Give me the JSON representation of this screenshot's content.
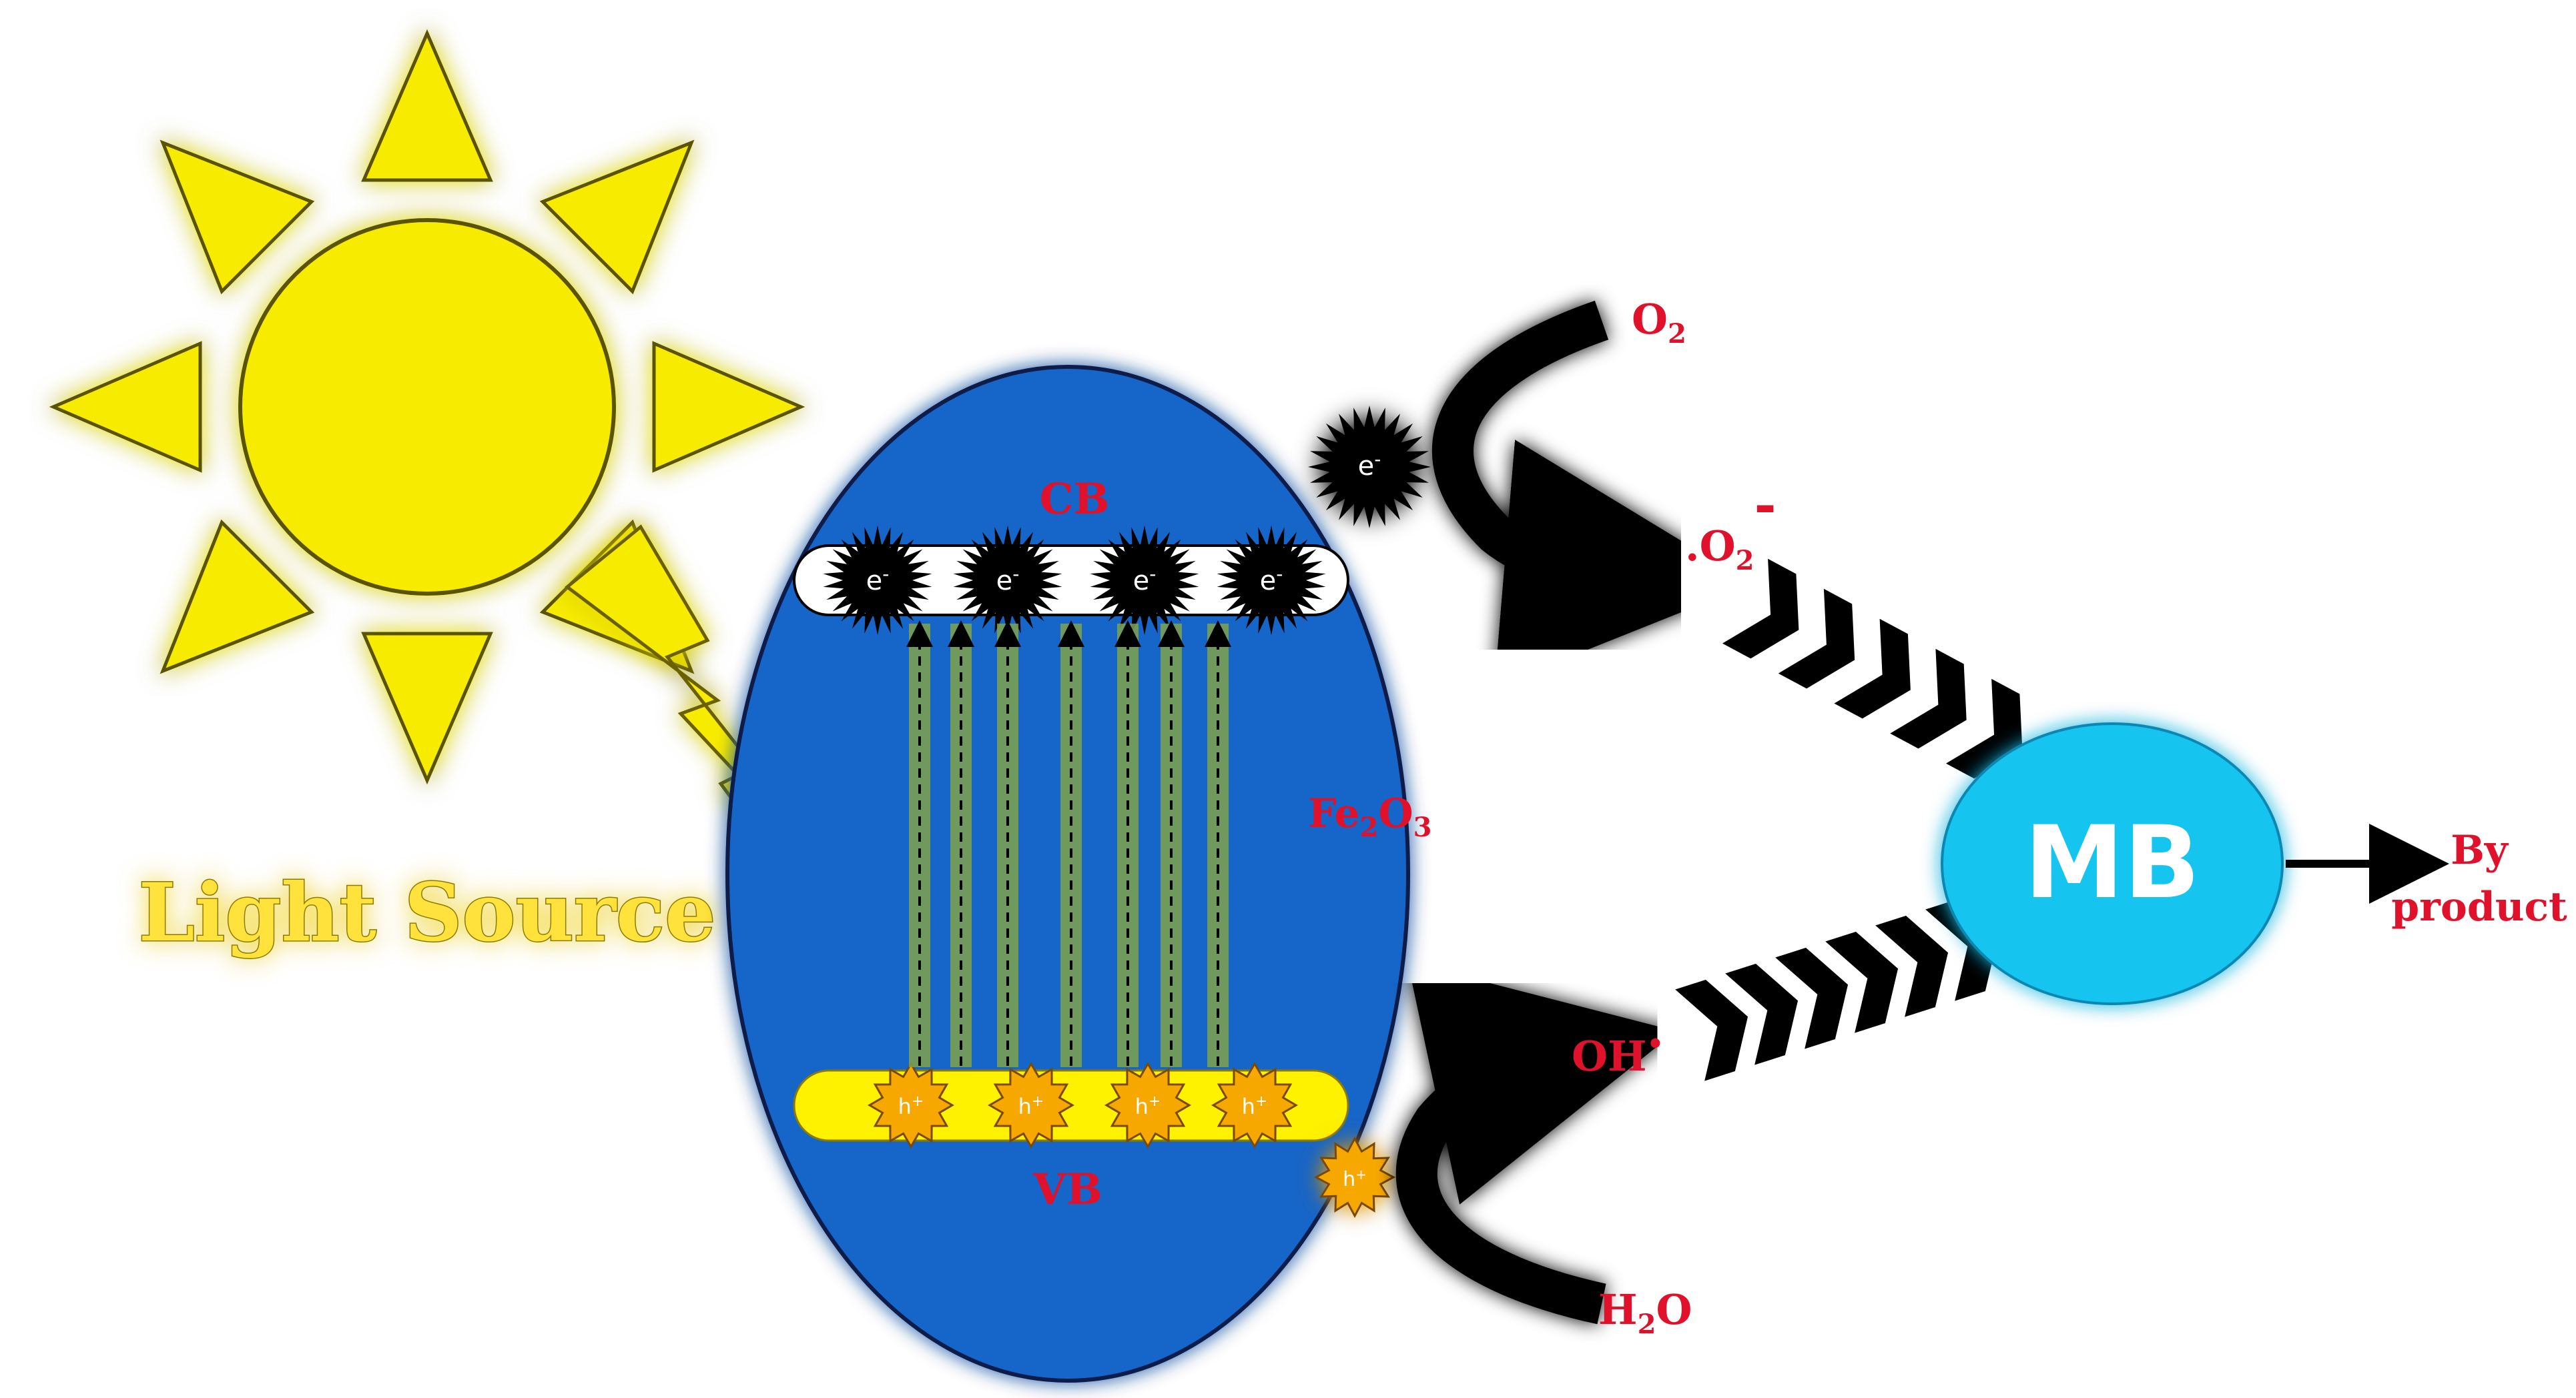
{
  "light_source": {
    "label": "Light Source"
  },
  "particle": {
    "material": {
      "base": "Fe",
      "sub1": "2",
      "mid": "O",
      "sub2": "3"
    },
    "cb_label": "CB",
    "vb_label": "VB",
    "electrons": [
      "e",
      "e",
      "e",
      "e"
    ],
    "electron_charge": "-",
    "holes": [
      "h",
      "h",
      "h",
      "h"
    ],
    "hole_charge": "+"
  },
  "reactions": {
    "o2": {
      "base": "O",
      "sub": "2"
    },
    "superoxide": {
      "prefix": ".",
      "base": "O",
      "sub": "2",
      "sup": "-"
    },
    "hydroxyl": {
      "base": "OH",
      "sup": "•"
    },
    "water": {
      "base": "H",
      "sub": "2",
      "tail": "O"
    },
    "free_electron": {
      "base": "e",
      "sup": "-"
    },
    "free_hole": {
      "base": "h",
      "sup": "+"
    }
  },
  "target": {
    "label": "MB"
  },
  "product": {
    "line1": "By",
    "line2": "product"
  },
  "colors": {
    "particle": "#1565c8",
    "sun": "#f7ec00",
    "cb_band": "#ffffff",
    "vb_band": "#fff200",
    "hole": "#f7a800",
    "mb": "#13c4f0",
    "label_red": "#e0112b",
    "arrow": "#000000"
  }
}
